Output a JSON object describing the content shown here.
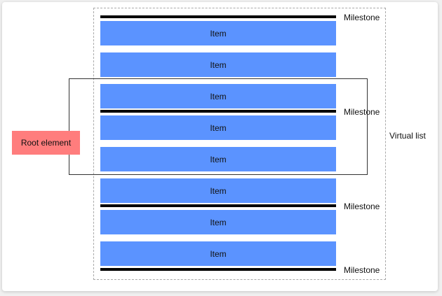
{
  "diagram": {
    "virtual_list_label": "Virtual list",
    "root_element_label": "Root element",
    "items": [
      {
        "label": "Item"
      },
      {
        "label": "Item"
      },
      {
        "label": "Item"
      },
      {
        "label": "Item"
      },
      {
        "label": "Item"
      },
      {
        "label": "Item"
      },
      {
        "label": "Item"
      },
      {
        "label": "Item"
      }
    ],
    "milestones": [
      {
        "label": "Milestone"
      },
      {
        "label": "Milestone"
      },
      {
        "label": "Milestone"
      },
      {
        "label": "Milestone"
      }
    ]
  },
  "colors": {
    "item_fill": "#5b93ff",
    "root_element_fill": "#ff7d7d",
    "milestone_line": "#000000"
  }
}
